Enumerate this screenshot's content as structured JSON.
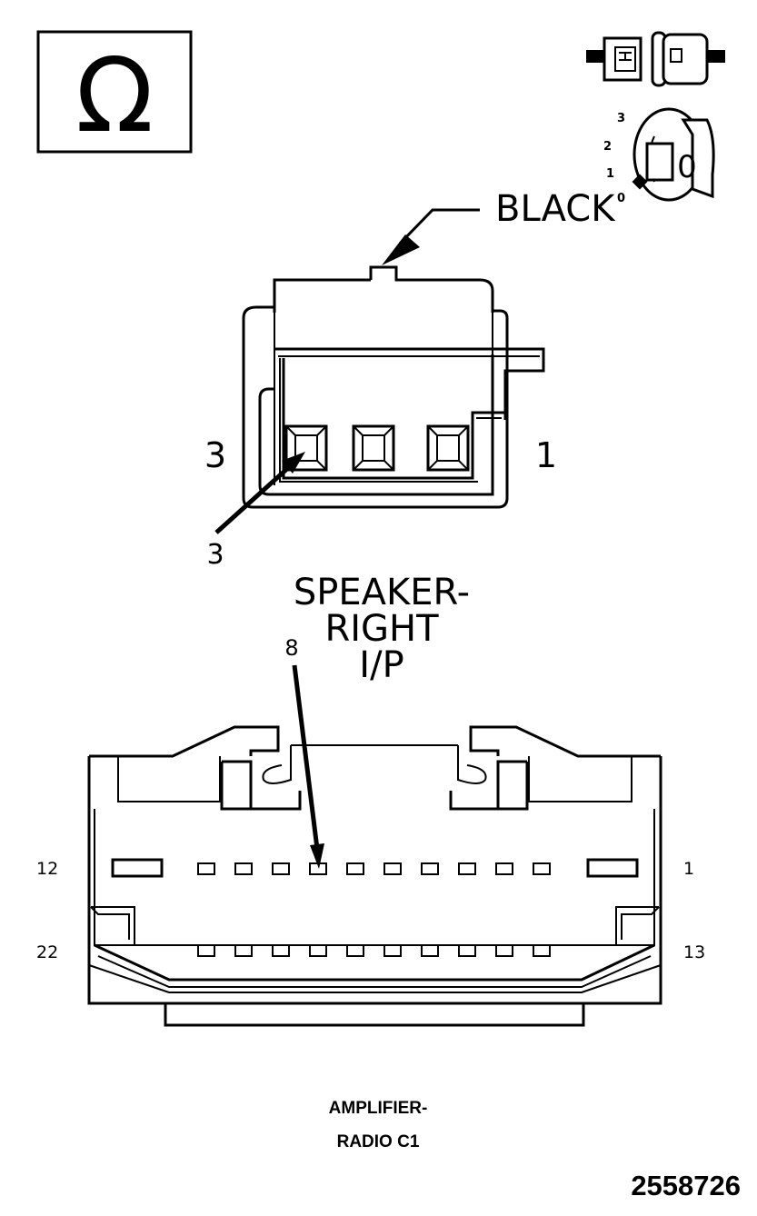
{
  "ohm_symbol": "Ω",
  "key_positions": [
    "3",
    "2",
    "1",
    "0"
  ],
  "key_label": "0",
  "connector1": {
    "color_label": "BLACK",
    "pin_left": "3",
    "pin_right": "1",
    "callout_pin": "3",
    "circuit_label": [
      "SPEAKER-",
      "RIGHT",
      "I/P"
    ]
  },
  "connector2": {
    "callout_pin": "8",
    "row1_left": "12",
    "row1_right": "1",
    "row2_left": "22",
    "row2_right": "13",
    "name_line1": "AMPLIFIER-",
    "name_line2": "RADIO C1"
  },
  "figure_id": "2558726"
}
